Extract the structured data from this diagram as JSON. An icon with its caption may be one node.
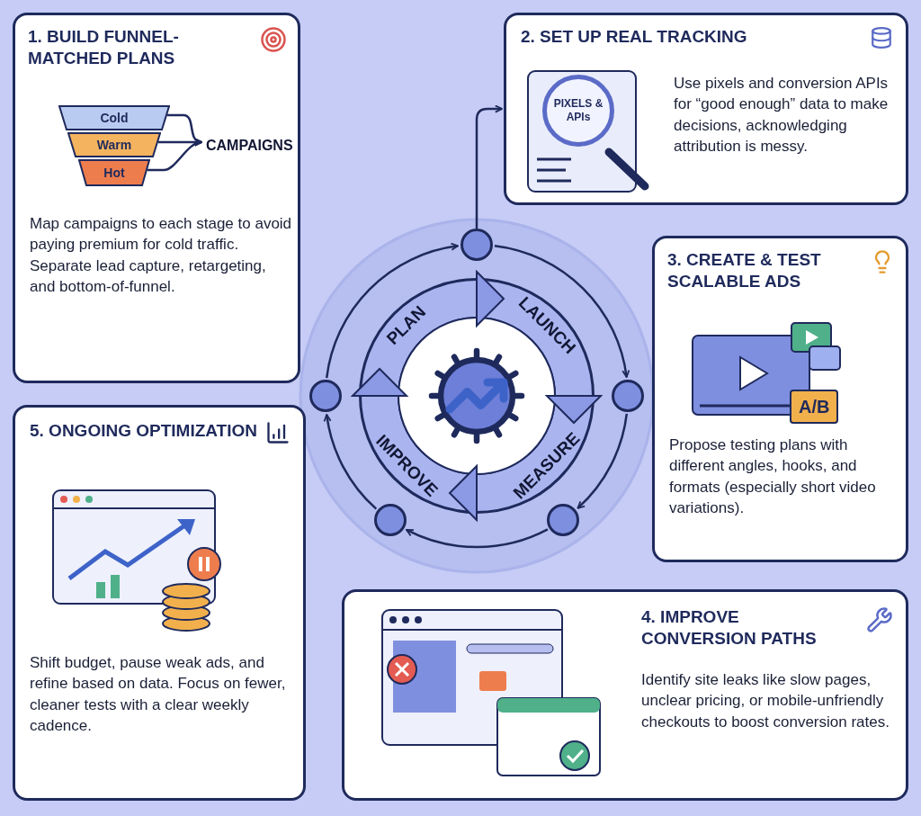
{
  "diagram": {
    "nodes": [
      {
        "text": [
          "1. BUILD FUNNEL-MATCHED PLANS",
          "Map campaigns to each stage to avoid paying premium for cold traffic. Separate lead capture, retargeting, and bottom-of-funnel."
        ]
      },
      {
        "text": [
          "Cold"
        ],
        "in": 0
      },
      {
        "text": [
          "Warm"
        ],
        "in": 0
      },
      {
        "text": [
          "Hot"
        ],
        "in": 0
      },
      {
        "text": [
          "CAMPAIGNS"
        ],
        "in": 0
      },
      {
        "text": [
          "2. SET UP REAL TRACKING",
          "Use pixels and conversion APIs for “good enough” data to make decisions, acknowledging attribution is messy."
        ]
      },
      {
        "text": [
          "PIXELS & APIs"
        ],
        "in": 5
      },
      {
        "text": [
          "3. CREATE & TEST SCALABLE ADS",
          "Propose testing plans with different angles, hooks, and formats (especially short video variations)."
        ]
      },
      {
        "text": [
          "5. ONGOING OPTIMIZATION",
          "Shift budget, pause weak ads, and refine based on data. Focus on fewer, cleaner tests with a clear weekly cadence."
        ]
      },
      {
        "text": [
          "4. IMPROVE CONVERSION PATHS",
          "Identify site leaks like slow pages, unclear pricing, or mobile-unfriendly checkouts to boost conversion rates."
        ]
      },
      {
        "text": [],
        "shape": "circle"
      },
      {
        "text": [],
        "shape": "circle"
      },
      {
        "text": [],
        "shape": "circle"
      },
      {
        "text": [],
        "shape": "circle"
      },
      {
        "text": [],
        "shape": "circle"
      }
    ],
    "edges": [
      {
        "from": 1,
        "to": 4,
        "arrow": "to"
      },
      {
        "from": 2,
        "to": 4,
        "arrow": "to"
      },
      {
        "from": 3,
        "to": 4,
        "arrow": "to"
      },
      {
        "from": 10,
        "to": 5,
        "arrow": "to"
      },
      {
        "from": 11,
        "to": 10,
        "arrow": "to"
      },
      {
        "from": 10,
        "to": 12,
        "arrow": "to"
      },
      {
        "from": 12,
        "to": 14,
        "arrow": "to"
      },
      {
        "from": 14,
        "to": 13,
        "arrow": "to"
      },
      {
        "from": 13,
        "to": 11,
        "arrow": "to"
      }
    ],
    "labels": [
      "PLAN",
      "LAUNCH",
      "A/B",
      "MEASURE",
      "IMPROVE"
    ]
  }
}
